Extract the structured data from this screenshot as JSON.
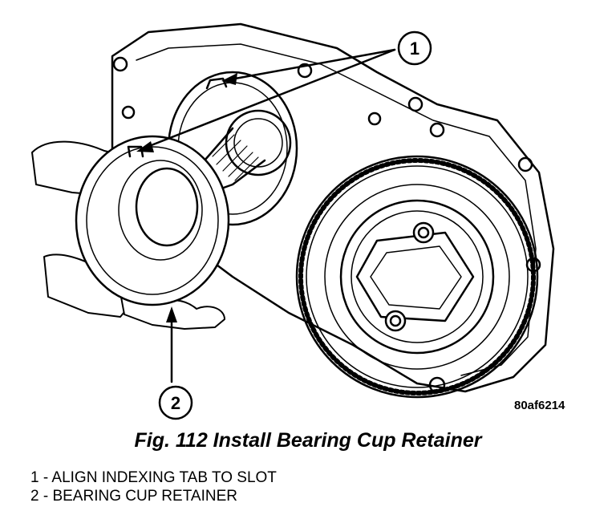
{
  "figure": {
    "callouts": [
      "1",
      "2"
    ],
    "figure_code": "80af6214",
    "caption": "Fig. 112 Install Bearing Cup Retainer"
  },
  "legend": {
    "items": [
      "1 - ALIGN INDEXING TAB TO SLOT",
      "2 - BEARING CUP RETAINER"
    ]
  },
  "colors": {
    "ink": "#000000",
    "paper": "#ffffff"
  }
}
